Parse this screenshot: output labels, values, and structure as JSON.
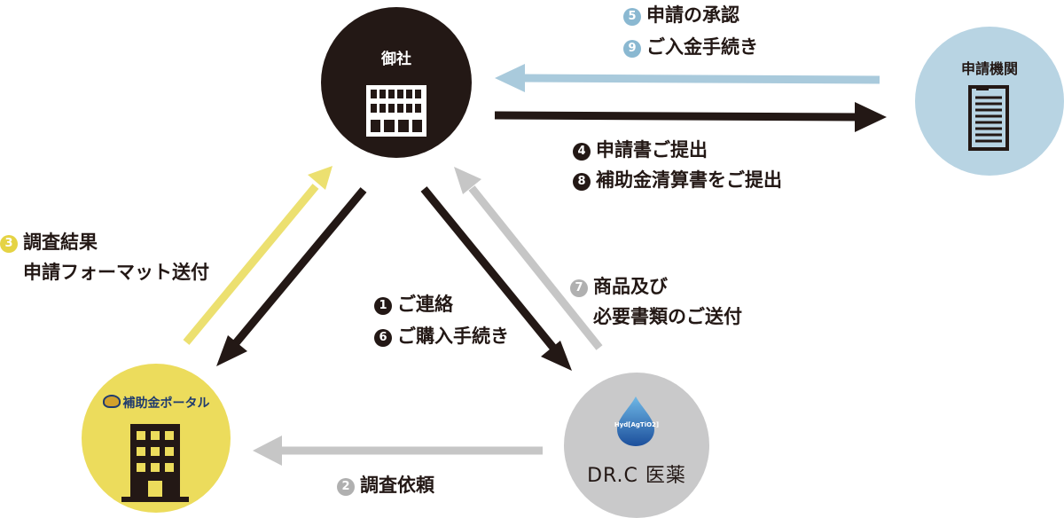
{
  "nodes": {
    "company": "御社",
    "agency": "申請機関",
    "portal": "補助金ポータル",
    "drc": "DR.C 医薬",
    "drc_logo_text": "Hyd[AgTiO2]"
  },
  "colors": {
    "company": "#231815",
    "agency": "#b8d4e3",
    "portal": "#ecdc5c",
    "drc": "#c9c9ca",
    "arrow_dark": "#231815",
    "arrow_blue": "#a9cadc",
    "arrow_yellow": "#ece070",
    "arrow_gray": "#c6c6c6"
  },
  "steps": {
    "s1": {
      "num": "1",
      "text": "ご連絡"
    },
    "s2": {
      "num": "2",
      "text": "調査依頼"
    },
    "s3": {
      "num": "3",
      "line1": "調査結果",
      "line2": "申請フォーマット送付"
    },
    "s4": {
      "num": "4",
      "text": "申請書ご提出"
    },
    "s5": {
      "num": "5",
      "text": "申請の承認"
    },
    "s6": {
      "num": "6",
      "text": "ご購入手続き"
    },
    "s7": {
      "num": "7",
      "line1": "商品及び",
      "line2": "必要書類のご送付"
    },
    "s8": {
      "num": "8",
      "text": "補助金清算書をご提出"
    },
    "s9": {
      "num": "9",
      "text": "ご入金手続き"
    }
  }
}
